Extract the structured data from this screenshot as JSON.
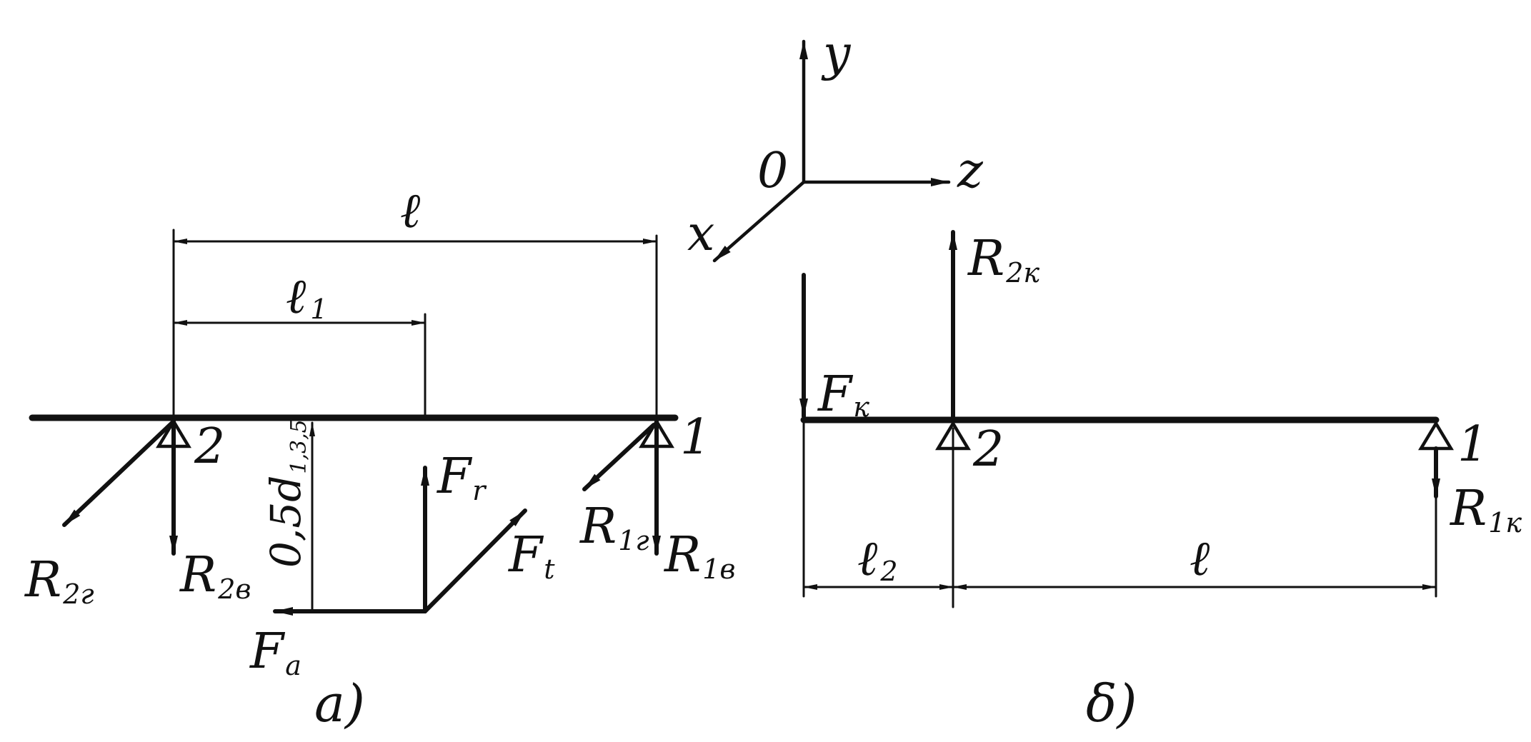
{
  "axes": {
    "y": "y",
    "z": "z",
    "origin": "0",
    "x": "x"
  },
  "diagram_a": {
    "caption": "a)",
    "dim_l": "ℓ",
    "dim_l1": {
      "main": "ℓ",
      "sub": "1"
    },
    "dim_d": "0,5d",
    "dim_d_sub": "1,3,5",
    "support_2": "2",
    "support_1": "1",
    "R2g": {
      "main": "R",
      "sub": "2г"
    },
    "R2v": {
      "main": "R",
      "sub": "2в"
    },
    "R1g": {
      "main": "R",
      "sub": "1г"
    },
    "R1v": {
      "main": "R",
      "sub": "1в"
    },
    "Fr": {
      "main": "F",
      "sub": "r"
    },
    "Ft": {
      "main": "F",
      "sub": "t"
    },
    "Fa": {
      "main": "F",
      "sub": "a"
    }
  },
  "diagram_b": {
    "caption": "δ)",
    "dim_l2": {
      "main": "ℓ",
      "sub": "2"
    },
    "dim_l": "ℓ",
    "support_2": "2",
    "support_1": "1",
    "R2k": {
      "main": "R",
      "sub": "2к"
    },
    "R1k": {
      "main": "R",
      "sub": "1к"
    },
    "Fk": {
      "main": "F",
      "sub": "к"
    }
  }
}
